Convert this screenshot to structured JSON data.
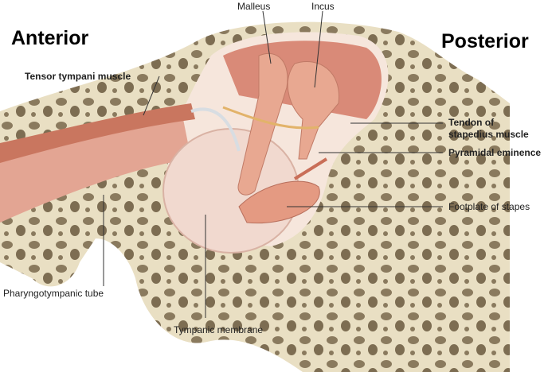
{
  "orientation": {
    "left": "Anterior",
    "right": "Posterior"
  },
  "labels": {
    "malleus": "Malleus",
    "incus": "Incus",
    "tensor_tympani": "Tensor tympani muscle",
    "tendon_stapedius_1": "Tendon of",
    "tendon_stapedius_2": "stapedius muscle",
    "pyramidal_eminence": "Pyramidal eminence",
    "footplate": "Footplate of stapes",
    "pharyngotympanic": "Pharyngotympanic tube",
    "tympanic_membrane": "Tympanic membrane"
  },
  "colors": {
    "bone": "#e9dfc3",
    "bone_pores": "#8a7a5e",
    "tissue": "#e6a58f",
    "membrane": "#f1d9cf",
    "muscle": "#c9765f"
  }
}
